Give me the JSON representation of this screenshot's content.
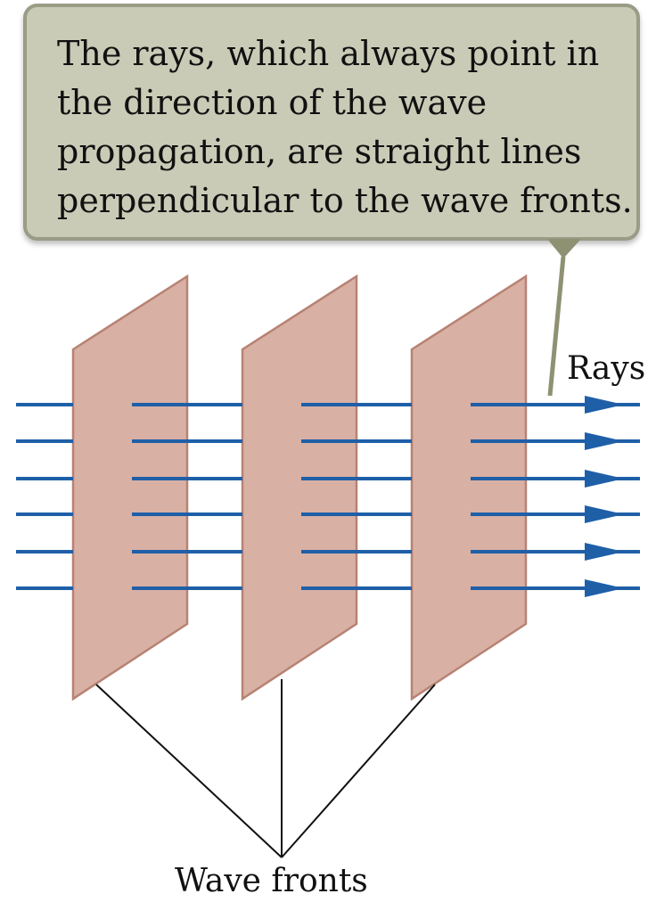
{
  "callout": {
    "lines": [
      "The rays, which always point in",
      "the direction of the wave",
      "propagation, are straight lines",
      "perpendicular to the wave fronts."
    ],
    "background_color": "#c9cbb6",
    "border_color": "#9a9c86"
  },
  "labels": {
    "rays": "Rays",
    "wave_fronts": "Wave fronts"
  },
  "colors": {
    "ray": "#1f5fa8",
    "wave_front_fill": "#d8b0a4",
    "wave_front_stroke": "#b78273",
    "pointer": "#8f9173",
    "leader_line": "#111111"
  },
  "diagram": {
    "wave_front_count": 3,
    "ray_count": 6
  }
}
